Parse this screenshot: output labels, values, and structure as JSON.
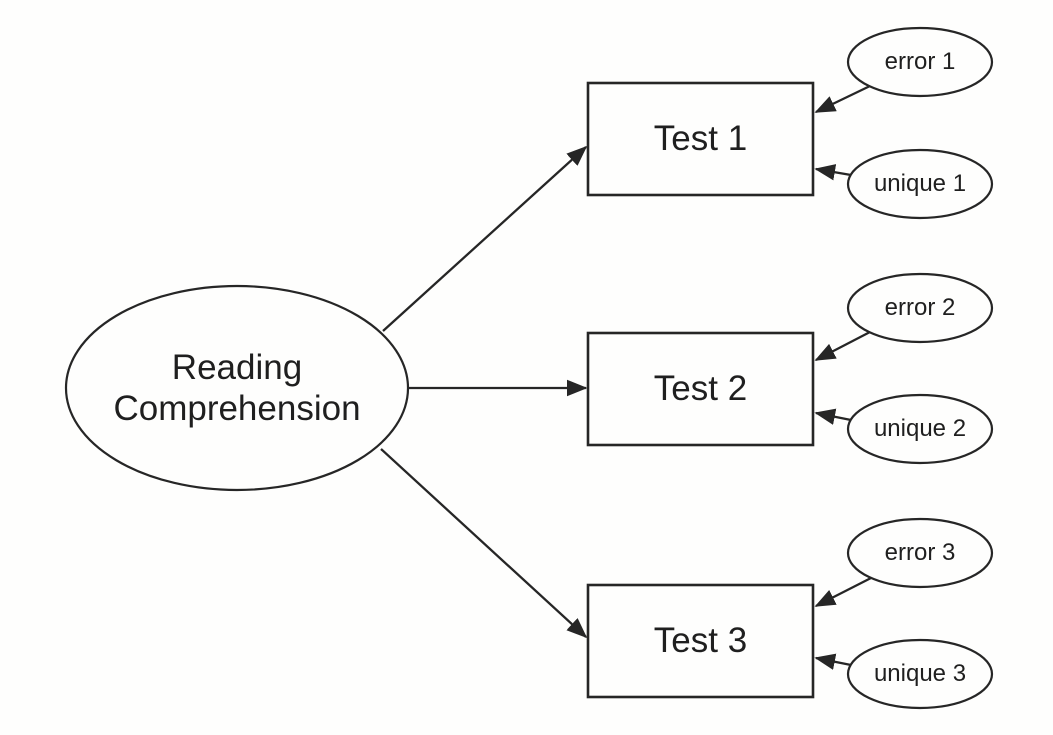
{
  "diagram": {
    "title_hint": "Confirmatory factor analysis path diagram",
    "latent": {
      "label": "Reading Comprehension"
    },
    "tests": [
      {
        "label": "Test 1",
        "error_label": "error 1",
        "unique_label": "unique 1"
      },
      {
        "label": "Test 2",
        "error_label": "error 2",
        "unique_label": "unique 2"
      },
      {
        "label": "Test 3",
        "error_label": "error 3",
        "unique_label": "unique 3"
      }
    ],
    "colors": {
      "stroke": "#262626",
      "text": "#1f1f1f",
      "background": "#fefefd"
    }
  }
}
